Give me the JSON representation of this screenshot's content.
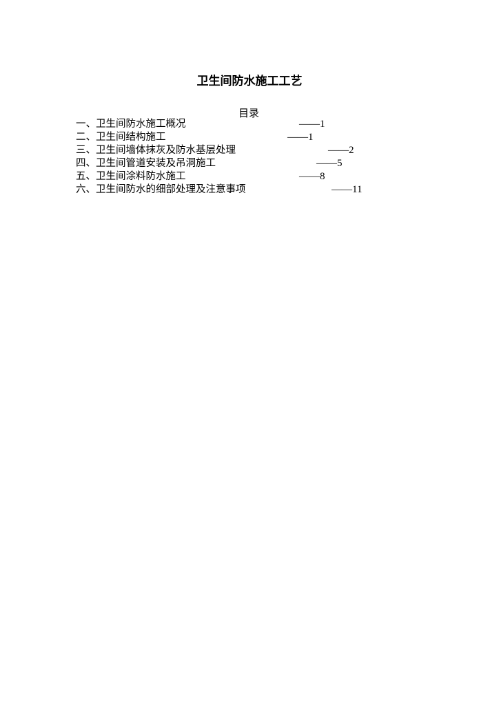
{
  "document": {
    "title": "卫生间防水施工工艺",
    "toc": {
      "heading": "目录",
      "items": [
        {
          "label": "一、卫生间防水施工概况",
          "page": "——1"
        },
        {
          "label": "二、卫生间结构施工",
          "page": "——1"
        },
        {
          "label": "三、卫生间墙体抹灰及防水基层处理",
          "page": "——2"
        },
        {
          "label": "四、卫生间管道安装及吊洞施工",
          "page": "——5"
        },
        {
          "label": "五、卫生间涂料防水施工",
          "page": "——8"
        },
        {
          "label": "六、卫生间防水的细部处理及注意事项",
          "page": "——11"
        }
      ]
    }
  }
}
